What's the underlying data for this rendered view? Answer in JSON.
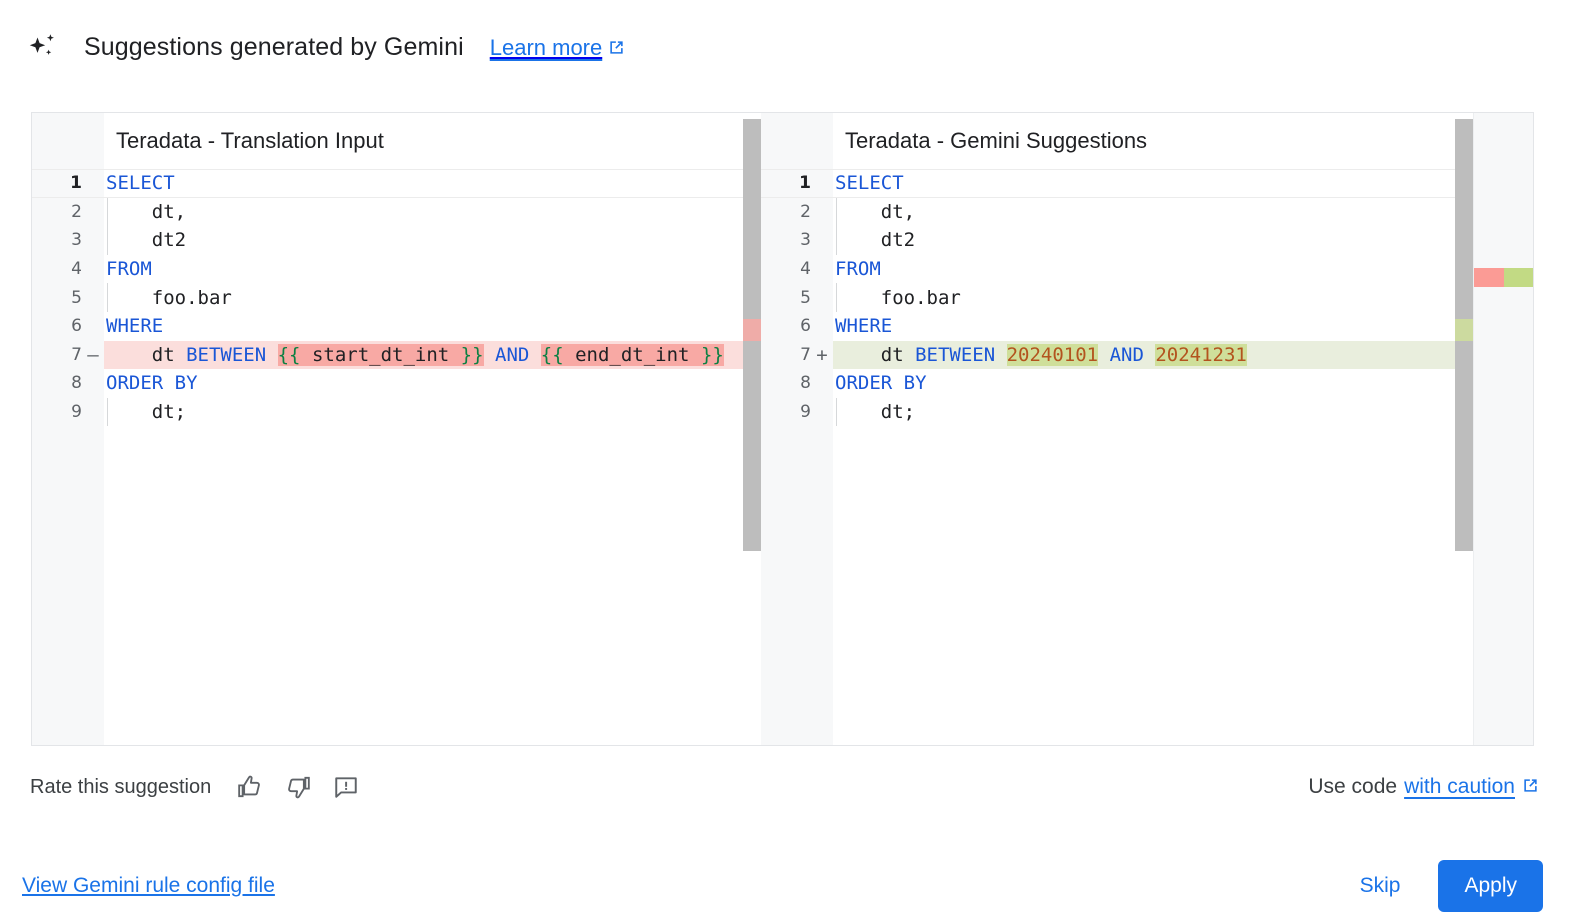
{
  "header": {
    "icon": "gemini-sparkle-icon",
    "title": "Suggestions generated by Gemini",
    "learn_more_label": "Learn more",
    "learn_more_icon": "open-in-new-icon"
  },
  "colors": {
    "accent": "#1a73e8",
    "keyword": "#1a56d6",
    "number": "#b3541e",
    "template_brace": "#0b8043",
    "deleted_line_bg": "#fbdedc",
    "deleted_chunk_bg": "#f8a9a4",
    "added_line_bg": "#e9eedd",
    "added_chunk_bg": "#cfdf9a",
    "ruler_deleted": "#fb9b95",
    "ruler_added": "#c2da84",
    "scrollbar": "#bdbdbd"
  },
  "diff": {
    "left_pane": {
      "title": "Teradata - Translation Input",
      "lines": [
        {
          "number": "1",
          "marker": "",
          "current": true,
          "type": "normal",
          "tokens": [
            {
              "t": "SELECT",
              "c": "kw"
            }
          ]
        },
        {
          "number": "2",
          "marker": "",
          "current": false,
          "type": "normal",
          "indent": true,
          "tokens": [
            {
              "t": "    dt,",
              "c": "txt"
            }
          ]
        },
        {
          "number": "3",
          "marker": "",
          "current": false,
          "type": "normal",
          "indent": true,
          "tokens": [
            {
              "t": "    dt2",
              "c": "txt"
            }
          ]
        },
        {
          "number": "4",
          "marker": "",
          "current": false,
          "type": "normal",
          "tokens": [
            {
              "t": "FROM",
              "c": "kw"
            }
          ]
        },
        {
          "number": "5",
          "marker": "",
          "current": false,
          "type": "normal",
          "indent": true,
          "tokens": [
            {
              "t": "    foo.bar",
              "c": "txt"
            }
          ]
        },
        {
          "number": "6",
          "marker": "",
          "current": false,
          "type": "normal",
          "tokens": [
            {
              "t": "WHERE",
              "c": "kw"
            }
          ]
        },
        {
          "number": "7",
          "marker": "—",
          "current": false,
          "type": "del",
          "tokens": [
            {
              "t": "    dt ",
              "c": "txt"
            },
            {
              "t": "BETWEEN",
              "c": "kw"
            },
            {
              "t": " ",
              "c": "txt"
            },
            {
              "t": "{{",
              "c": "tmpl-brace chunk-del"
            },
            {
              "t": " start_dt_int ",
              "c": "tmpl-var chunk-del"
            },
            {
              "t": "}}",
              "c": "tmpl-brace chunk-del"
            },
            {
              "t": " ",
              "c": "txt"
            },
            {
              "t": "AND",
              "c": "kw"
            },
            {
              "t": " ",
              "c": "txt"
            },
            {
              "t": "{{",
              "c": "tmpl-brace chunk-del"
            },
            {
              "t": " end_dt_int ",
              "c": "tmpl-var chunk-del"
            },
            {
              "t": "}}",
              "c": "tmpl-brace chunk-del"
            }
          ]
        },
        {
          "number": "8",
          "marker": "",
          "current": false,
          "type": "normal",
          "tokens": [
            {
              "t": "ORDER BY",
              "c": "kw"
            }
          ]
        },
        {
          "number": "9",
          "marker": "",
          "current": false,
          "type": "normal",
          "indent": true,
          "tokens": [
            {
              "t": "    dt;",
              "c": "txt"
            }
          ]
        }
      ]
    },
    "right_pane": {
      "title": "Teradata - Gemini Suggestions",
      "lines": [
        {
          "number": "1",
          "marker": "",
          "current": true,
          "type": "normal",
          "tokens": [
            {
              "t": "SELECT",
              "c": "kw"
            }
          ]
        },
        {
          "number": "2",
          "marker": "",
          "current": false,
          "type": "normal",
          "indent": true,
          "tokens": [
            {
              "t": "    dt,",
              "c": "txt"
            }
          ]
        },
        {
          "number": "3",
          "marker": "",
          "current": false,
          "type": "normal",
          "indent": true,
          "tokens": [
            {
              "t": "    dt2",
              "c": "txt"
            }
          ]
        },
        {
          "number": "4",
          "marker": "",
          "current": false,
          "type": "normal",
          "tokens": [
            {
              "t": "FROM",
              "c": "kw"
            }
          ]
        },
        {
          "number": "5",
          "marker": "",
          "current": false,
          "type": "normal",
          "indent": true,
          "tokens": [
            {
              "t": "    foo.bar",
              "c": "txt"
            }
          ]
        },
        {
          "number": "6",
          "marker": "",
          "current": false,
          "type": "normal",
          "tokens": [
            {
              "t": "WHERE",
              "c": "kw"
            }
          ]
        },
        {
          "number": "7",
          "marker": "+",
          "current": false,
          "type": "add",
          "tokens": [
            {
              "t": "    dt ",
              "c": "txt"
            },
            {
              "t": "BETWEEN",
              "c": "kw"
            },
            {
              "t": " ",
              "c": "txt"
            },
            {
              "t": "20240101",
              "c": "num chunk-add"
            },
            {
              "t": " ",
              "c": "txt"
            },
            {
              "t": "AND",
              "c": "kw"
            },
            {
              "t": " ",
              "c": "txt"
            },
            {
              "t": "20241231",
              "c": "num chunk-add"
            }
          ]
        },
        {
          "number": "8",
          "marker": "",
          "current": false,
          "type": "normal",
          "tokens": [
            {
              "t": "ORDER BY",
              "c": "kw"
            }
          ]
        },
        {
          "number": "9",
          "marker": "",
          "current": false,
          "type": "normal",
          "indent": true,
          "tokens": [
            {
              "t": "    dt;",
              "c": "txt"
            }
          ]
        }
      ]
    }
  },
  "rate": {
    "label": "Rate this suggestion",
    "thumb_up_icon": "thumb-up-icon",
    "thumb_down_icon": "thumb-down-icon",
    "report_icon": "report-feedback-icon"
  },
  "caution": {
    "prefix": "Use code ",
    "link_label": "with caution",
    "link_icon": "open-in-new-icon"
  },
  "footer": {
    "config_link": "View Gemini rule config file",
    "skip_label": "Skip",
    "apply_label": "Apply"
  }
}
